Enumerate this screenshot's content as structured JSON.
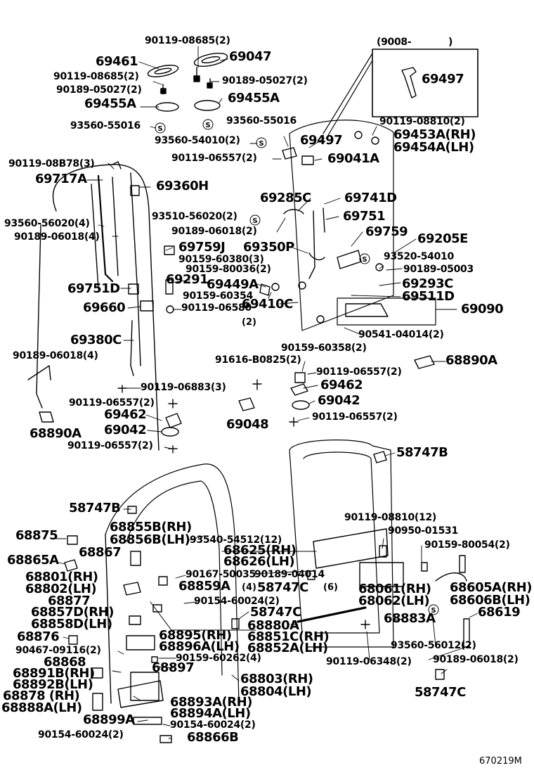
{
  "diagram": {
    "code": "670219M",
    "note": "(9008-",
    "note_close": ")",
    "qty4": "(4)",
    "qty6": "(6)",
    "qty2": "(2)",
    "labels": {
      "l01": "90119-08685(2)",
      "l02": "69461",
      "l03": "69047",
      "l04": "90119-08685(2)",
      "l05": "90189-05027(2)",
      "l06": "90189-05027(2)",
      "l07": "69455A",
      "l08": "69455A",
      "l09": "93560-55016",
      "l10": "93560-55016",
      "l11": "93560-54010(2)",
      "l12": "69497",
      "l13": "69497",
      "l14": "90119-08810(2)",
      "l15": "69453A(RH)",
      "l16": "69454A(LH)",
      "l17": "90119-06557(2)",
      "l18": "69041A",
      "l19": "90119-08B78(3)",
      "l20": "69717A",
      "l21": "69360H",
      "l22": "69285C",
      "l23": "69741D",
      "l24": "93510-56020(2)",
      "l25": "69751",
      "l26": "93560-56020(4)",
      "l27": "90189-06018(2)",
      "l28": "69759",
      "l29": "69205E",
      "l30": "90189-06018(4)",
      "l31": "69759J",
      "l32": "69350P",
      "l33": "93520-54010",
      "l34": "90159-60380(3)",
      "l35": "90159-80036(2)",
      "l36": "90189-05003",
      "l37": "69291",
      "l38": "69449A",
      "l39": "69293C",
      "l40": "69751D",
      "l41": "90159-60354",
      "l42": "69511D",
      "l43": "69660",
      "l44": "90119-06580",
      "l45": "69410C",
      "l46": "69090",
      "l47": "90541-04014(2)",
      "l48": "69380C",
      "l49": "90159-60358(2)",
      "l50": "90189-06018(4)",
      "l51": "91616-B0825(2)",
      "l52": "68890A",
      "l53": "90119-06557(2)",
      "l54": "90119-06883(3)",
      "l55": "69462",
      "l56": "90119-06557(2)",
      "l57": "69042",
      "l58": "69462",
      "l59": "69048",
      "l60": "90119-06557(2)",
      "l61": "68890A",
      "l62": "69042",
      "l63": "90119-06557(2)",
      "l64": "58747B",
      "l65": "58747B",
      "l66": "68855B(RH)",
      "l67": "90119-08810(12)",
      "l68": "68856B(LH)",
      "l69": "90950-01531",
      "l70": "68875",
      "l71": "93540-54512(12)",
      "l72": "68867",
      "l73": "68625(RH)",
      "l74": "90159-80054(2)",
      "l75": "68626(LH)",
      "l76": "68865A",
      "l77": "90167-50035",
      "l78": "90189-04014",
      "l79": "68801(RH)",
      "l80": "68859A",
      "l81": "58747C",
      "l82": "68605A(RH)",
      "l83": "68802(LH)",
      "l84": "68061(RH)",
      "l85": "68877",
      "l86": "90154-60024(2)",
      "l87": "68062(LH)",
      "l88": "68606B(LH)",
      "l89": "68857D(RH)",
      "l90": "58747C",
      "l91": "68619",
      "l92": "68858D(LH)",
      "l93": "68880A",
      "l94": "68883A",
      "l95": "68876",
      "l96": "68895(RH)",
      "l97": "68851C(RH)",
      "l98": "68896A(LH)",
      "l99": "68852A(LH)",
      "l100": "93560-56012(2)",
      "l101": "90467-09116(2)",
      "l102": "90159-60262(4)",
      "l103": "90119-06348(2)",
      "l104": "90189-06018(2)",
      "l105": "68868",
      "l106": "68897",
      "l107": "68891B(RH)",
      "l108": "68892B(LH)",
      "l109": "68803(RH)",
      "l110": "58747C",
      "l111": "68878 (RH)",
      "l112": "68804(LH)",
      "l113": "68888A(LH)",
      "l114": "68893A(RH)",
      "l115": "68894A(LH)",
      "l116": "68899A",
      "l117": "90154-60024(2)",
      "l118": "90154-60024(2)",
      "l119": "68866B"
    }
  }
}
